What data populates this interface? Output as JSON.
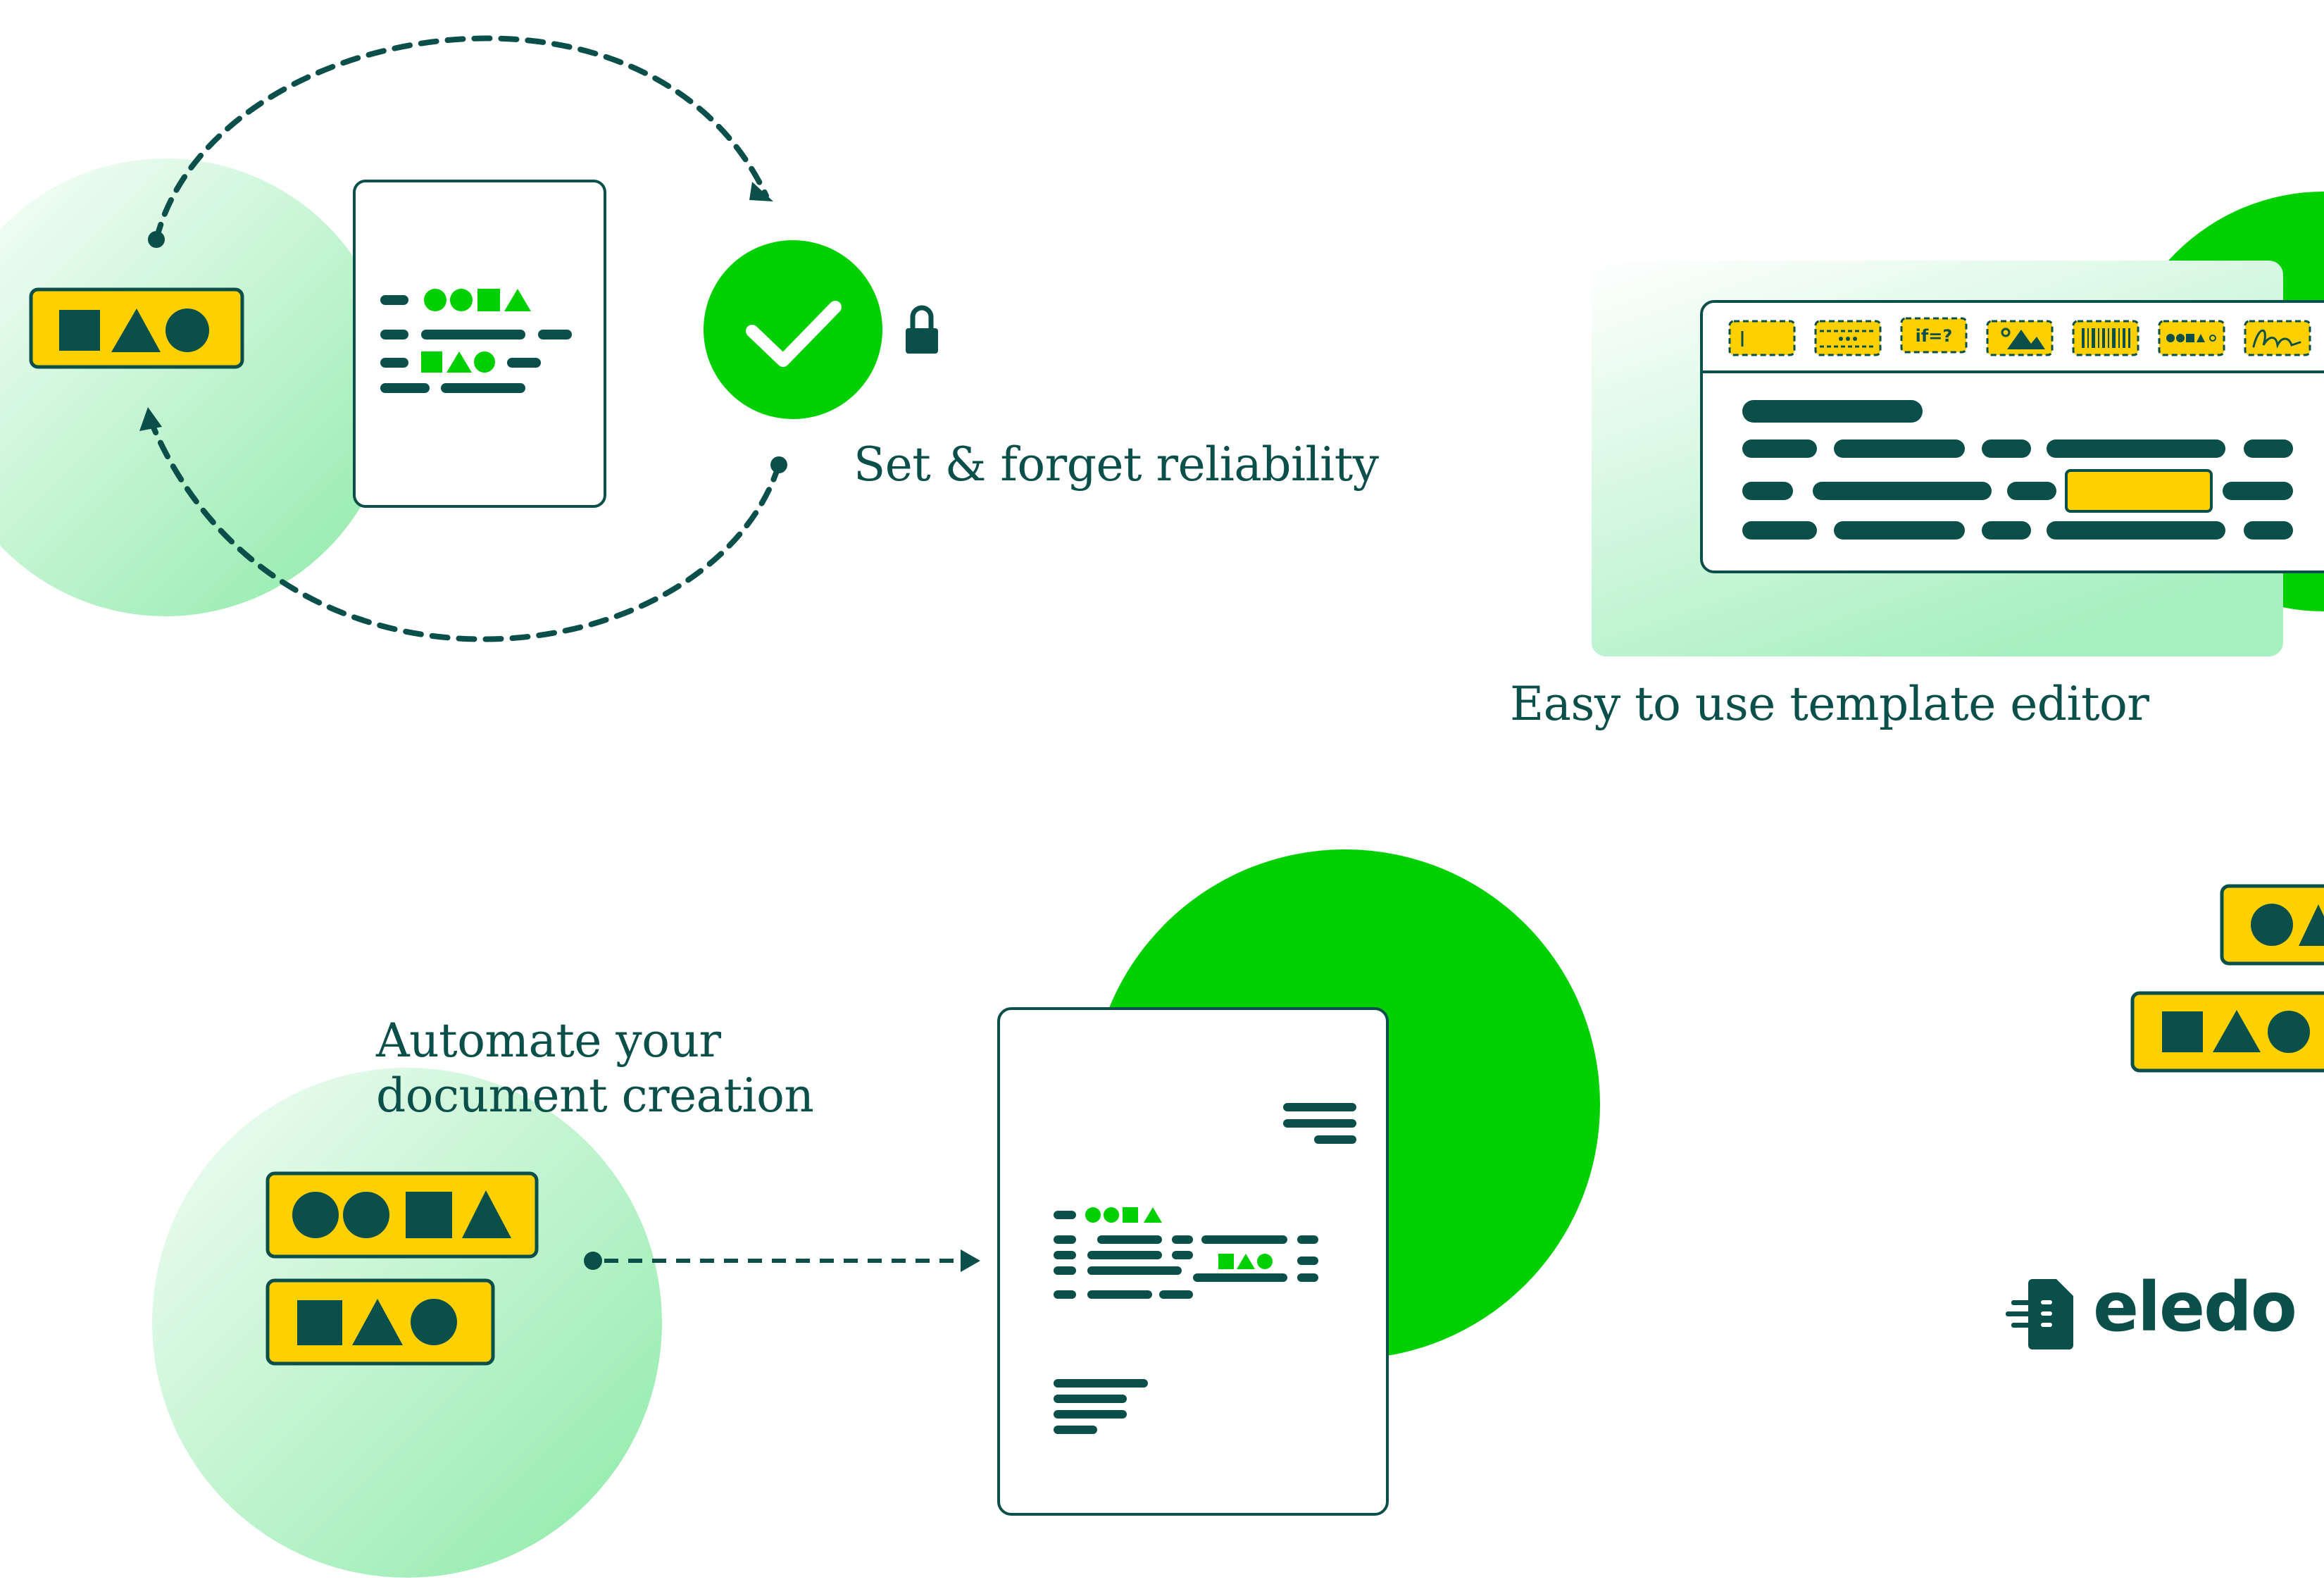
{
  "captions": {
    "reliability": "Set & forget reliability",
    "editor": "Easy to use template editor",
    "automate_line1": "Automate your",
    "automate_line2": "document creation"
  },
  "editor_toolbar": {
    "condition_label": "if=?"
  },
  "brand": {
    "name": "eledo"
  },
  "colors": {
    "dark_teal": "#0b4f4a",
    "bright_green": "#00d000",
    "mint": "#a6efbf",
    "yellow": "#ffd000"
  },
  "icons": [
    "text-field-icon",
    "table-icon",
    "condition-icon",
    "image-icon",
    "barcode-icon",
    "shapes-icon",
    "signature-icon",
    "lock-icon",
    "checkmark-icon",
    "eledo-logo-icon"
  ]
}
